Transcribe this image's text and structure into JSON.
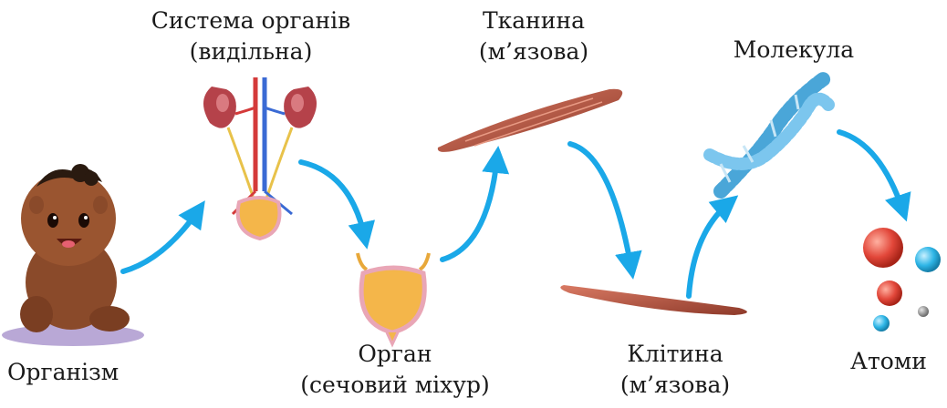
{
  "labels": {
    "organism": {
      "line1": "Організм"
    },
    "organ_system": {
      "line1": "Система органів",
      "line2": "(видільна)"
    },
    "organ": {
      "line1": "Орган",
      "line2": "(сечовий міхур)"
    },
    "tissue": {
      "line1": "Тканина",
      "line2": "(м’язова)"
    },
    "cell": {
      "line1": "Клітина",
      "line2": "(м’язова)"
    },
    "molecule": {
      "line1": "Молекула"
    },
    "atoms": {
      "line1": "Атоми"
    }
  },
  "colors": {
    "arrow": "#1aa8e8",
    "skin": "#8a4a2a",
    "muscle": "#a8503c",
    "bladder": "#f4b64a",
    "bladder_outline": "#e9a6b6",
    "dna": "#4aa6d8",
    "atom_red": "#e2473a",
    "atom_blue": "#2eb5e6",
    "atom_gray": "#9a9a9a"
  }
}
